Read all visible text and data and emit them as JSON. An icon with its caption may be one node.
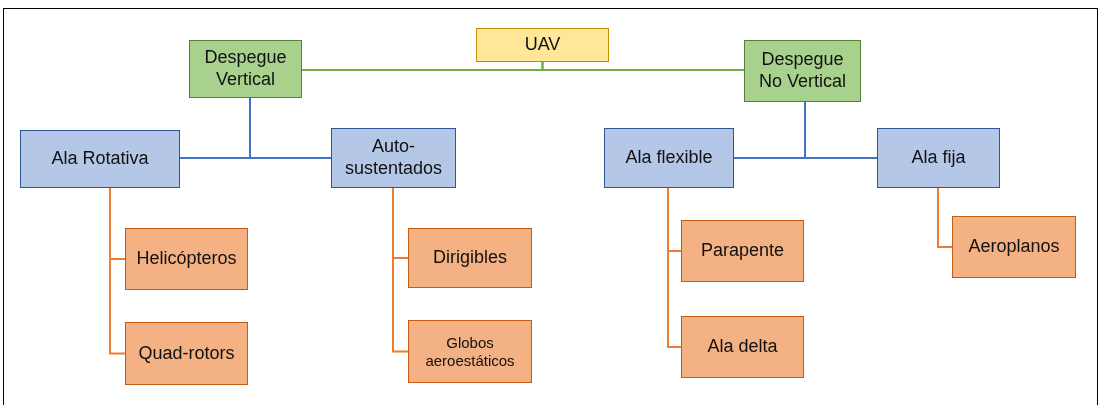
{
  "diagram": {
    "nodes": [
      {
        "text": [
          "UAV"
        ]
      },
      {
        "text": [
          "Despegue Vertical"
        ]
      },
      {
        "text": [
          "Despegue No Vertical"
        ]
      },
      {
        "text": [
          "Ala Rotativa"
        ]
      },
      {
        "text": [
          "Auto-sustentados"
        ]
      },
      {
        "text": [
          "Ala flexible"
        ]
      },
      {
        "text": [
          "Ala fija"
        ]
      },
      {
        "text": [
          "Helicópteros"
        ]
      },
      {
        "text": [
          "Quad-rotors"
        ]
      },
      {
        "text": [
          "Dirigibles"
        ]
      },
      {
        "text": [
          "Globos aeroestáticos"
        ]
      },
      {
        "text": [
          "Parapente"
        ]
      },
      {
        "text": [
          "Ala delta"
        ]
      },
      {
        "text": [
          "Aeroplanos"
        ]
      }
    ],
    "edges": [
      {
        "from": 0,
        "to": 1,
        "arrow": "none",
        "color": "#70ad47"
      },
      {
        "from": 0,
        "to": 2,
        "arrow": "none",
        "color": "#70ad47"
      },
      {
        "from": 1,
        "to": 3,
        "arrow": "none",
        "color": "#4472c4"
      },
      {
        "from": 1,
        "to": 4,
        "arrow": "none",
        "color": "#4472c4"
      },
      {
        "from": 2,
        "to": 5,
        "arrow": "none",
        "color": "#4472c4"
      },
      {
        "from": 2,
        "to": 6,
        "arrow": "none",
        "color": "#4472c4"
      },
      {
        "from": 3,
        "to": 7,
        "arrow": "none",
        "color": "#ed7d31"
      },
      {
        "from": 3,
        "to": 8,
        "arrow": "none",
        "color": "#ed7d31"
      },
      {
        "from": 4,
        "to": 9,
        "arrow": "none",
        "color": "#ed7d31"
      },
      {
        "from": 4,
        "to": 10,
        "arrow": "none",
        "color": "#ed7d31"
      },
      {
        "from": 5,
        "to": 11,
        "arrow": "none",
        "color": "#ed7d31"
      },
      {
        "from": 5,
        "to": 12,
        "arrow": "none",
        "color": "#ed7d31"
      },
      {
        "from": 6,
        "to": 13,
        "arrow": "none",
        "color": "#ed7d31"
      }
    ]
  }
}
